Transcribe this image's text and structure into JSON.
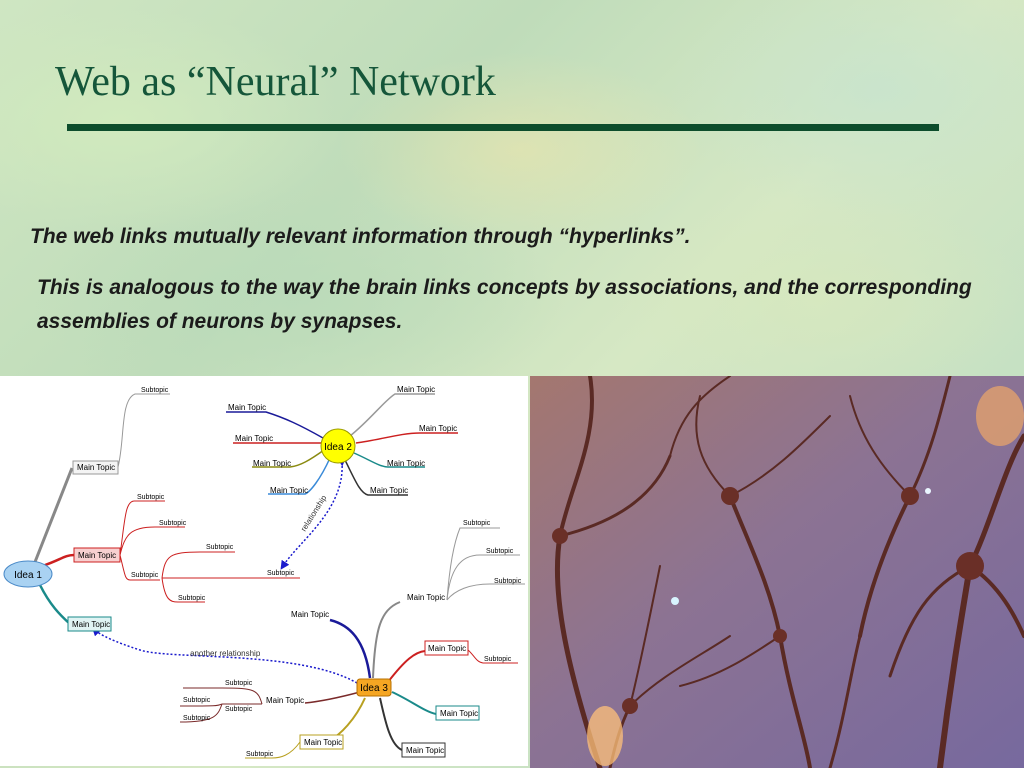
{
  "slide": {
    "title": "Web as “Neural” Network",
    "paragraph_1": "The web links mutually relevant information through “hyperlinks”.",
    "paragraph_2": "This is analogous to the way the brain links concepts by associations, and the corresponding assemblies of neurons by synapses."
  },
  "mindmap": {
    "idea_1": "Idea 1",
    "idea_2": "Idea 2",
    "idea_3": "Idea 3",
    "main_topic": "Main Topic",
    "subtopic": "Subtopic",
    "relationship": "relationship",
    "another_relationship": "another relationship"
  },
  "colors": {
    "title": "#15563a",
    "rule": "#0d4d2c",
    "body_text": "#1b1b1b",
    "idea_1_fill": "#a9d2f2",
    "idea_2_fill": "#ffff00",
    "idea_3_fill": "#f5a623",
    "relationship_line": "#1a1acc"
  }
}
